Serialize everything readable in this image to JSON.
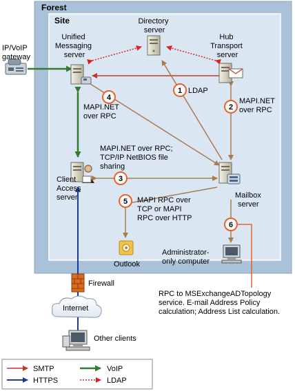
{
  "forest": {
    "label": "Forest"
  },
  "site": {
    "label": "Site"
  },
  "nodes": {
    "ipvoip": {
      "lines": [
        "IP/VoIP",
        "gateway"
      ],
      "icon": "phone-gateway-icon"
    },
    "unified_messaging": {
      "lines": [
        "Unified",
        "Messaging",
        "server"
      ],
      "icon": "server-icon"
    },
    "directory": {
      "lines": [
        "Directory",
        "server"
      ],
      "icon": "server-icon"
    },
    "hub_transport": {
      "lines": [
        "Hub",
        "Transport",
        "server"
      ],
      "icon": "server-icon"
    },
    "client_access": {
      "lines": [
        "Client",
        "Access",
        "server"
      ],
      "icon": "server-icon"
    },
    "mailbox": {
      "lines": [
        "Mailbox",
        "server"
      ],
      "icon": "server-icon"
    },
    "outlook": {
      "lines": [
        "Outlook"
      ],
      "icon": "outlook-icon"
    },
    "admin": {
      "lines": [
        "Administrator-",
        "only computer"
      ],
      "icon": "computer-icon"
    },
    "firewall": {
      "lines": [
        "Firewall"
      ],
      "icon": "firewall-icon"
    },
    "internet": {
      "lines": [
        "Internet"
      ],
      "icon": "cloud-icon"
    },
    "other_clients": {
      "lines": [
        "Other clients"
      ],
      "icon": "computer-icon"
    }
  },
  "connections": {
    "c1": {
      "number": "1",
      "lines": [
        "LDAP"
      ]
    },
    "c2": {
      "number": "2",
      "lines": [
        "MAPI.NET",
        "over RPC"
      ]
    },
    "c3": {
      "number": "3",
      "lines": [
        "MAPI.NET over RPC;",
        "TCP/IP NetBIOS file",
        "sharing"
      ]
    },
    "c4": {
      "number": "4",
      "lines": []
    },
    "c5": {
      "number": "5",
      "lines": [
        "MAPI RPC over",
        "TCP or MAPI",
        "RPC over HTTP"
      ]
    },
    "c6": {
      "number": "6",
      "lines": [
        "RPC to MSExchangeADTopology",
        "service. E-mail Address Policy",
        "calculation; Address List calculation."
      ]
    },
    "um_ca": {
      "lines": [
        "MAPI.NET",
        "over RPC"
      ]
    }
  },
  "legend": {
    "items": [
      {
        "label": "SMTP",
        "color": "#c0392b",
        "style": "solid"
      },
      {
        "label": "VoIP",
        "color": "#2e7d32",
        "style": "solid"
      },
      {
        "label": "HTTPS",
        "color": "#1a3b8f",
        "style": "solid"
      },
      {
        "label": "LDAP",
        "color": "#e02020",
        "style": "dotted"
      }
    ]
  },
  "colors": {
    "forest_bg": "#a9c1d9",
    "site_bg": "#dae7f3",
    "site_border": "#ffffff",
    "mapi_arrow": "#a87b4f",
    "callout": "#e8632b",
    "smtp": "#c0392b",
    "voip": "#2e7d32",
    "https": "#1a3b8f",
    "ldap": "#e02020"
  }
}
